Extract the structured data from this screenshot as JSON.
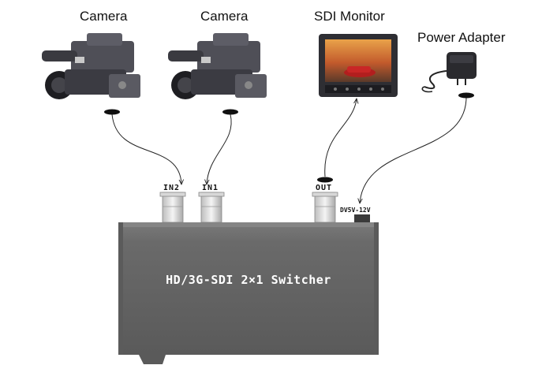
{
  "devices": {
    "camera1_label": "Camera",
    "camera2_label": "Camera",
    "monitor_label": "SDI Monitor",
    "adapter_label": "Power Adapter"
  },
  "switcher": {
    "title": "HD/3G-SDI 2×1 Switcher",
    "port_in2": "IN2",
    "port_in1": "IN1",
    "port_out": "OUT",
    "power_label": "DV5V-12V"
  },
  "colors": {
    "box": "#6b6b6b",
    "box_dark": "#4e4e4e",
    "connector": "#e6e6e6",
    "cable": "#222222"
  }
}
